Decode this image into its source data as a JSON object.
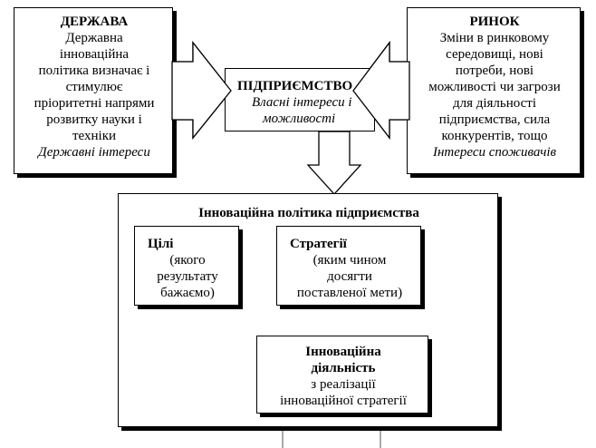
{
  "state": {
    "title": "ДЕРЖАВА",
    "lines": [
      "Державна",
      "інноваційна",
      "політика визначає і",
      "стимулює",
      "пріоритетні напрями",
      "розвитку науки і",
      "техніки"
    ],
    "interests": "Державні інтереси"
  },
  "enterprise": {
    "title": "ПІДПРИЄМСТВО",
    "line1": "Власні інтереси і",
    "line2": "можливості"
  },
  "market": {
    "title": "РИНОК",
    "lines": [
      "Зміни в ринковому",
      "середовищі, нові",
      "потреби, нові",
      "можливості чи загрози",
      "для діяльності",
      "підприємства, сила",
      "конкурентів, тощо"
    ],
    "interests": "Інтереси споживачів"
  },
  "policy": {
    "title": "Інноваційна політика підприємства",
    "goals": {
      "title": "Цілі",
      "lines": [
        "(якого",
        "результату",
        "бажаємо)"
      ]
    },
    "strategies": {
      "title": "Стратегії",
      "lines": [
        "(яким чином",
        "досягти",
        "поставленої мети)"
      ]
    },
    "activity": {
      "title_lines": [
        "Інноваційна",
        "діяльність"
      ],
      "lines": [
        "з реалізації",
        "інноваційної стратегії"
      ]
    }
  }
}
